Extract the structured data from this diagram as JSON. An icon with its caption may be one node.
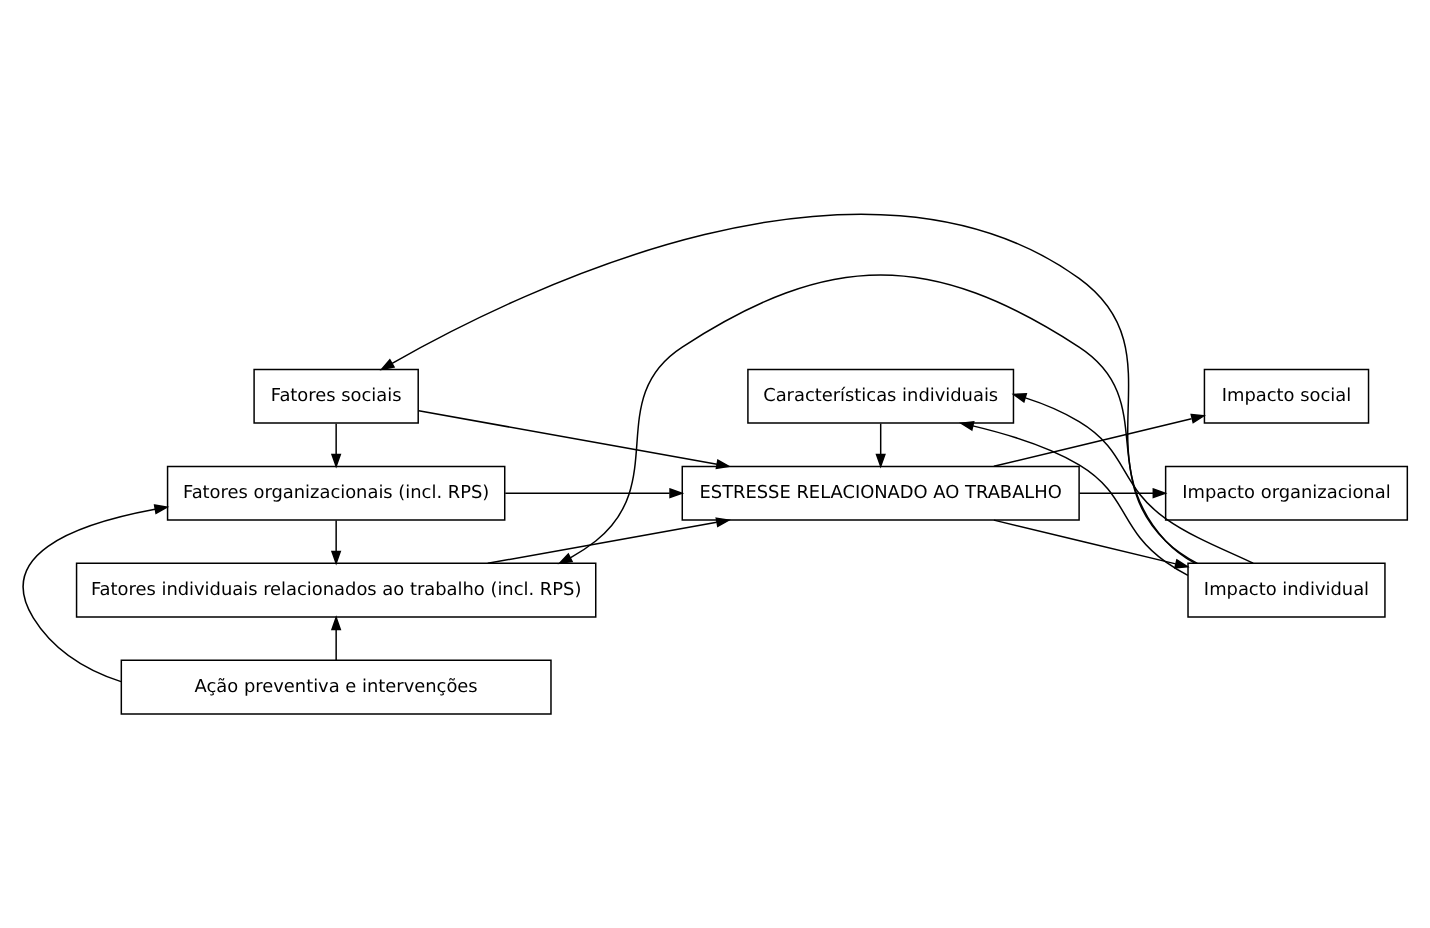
{
  "diagram": {
    "nodes": [
      {
        "text": [
          "Fatores sociais"
        ]
      },
      {
        "text": [
          "Fatores organizacionais (incl. RPS)"
        ]
      },
      {
        "text": [
          "Fatores individuais relacionados ao trabalho (incl. RPS)"
        ]
      },
      {
        "text": [
          "ESTRESSE RELACIONADO AO TRABALHO"
        ]
      },
      {
        "text": [
          "Impacto social"
        ]
      },
      {
        "text": [
          "Impacto organizacional"
        ]
      },
      {
        "text": [
          "Impacto individual"
        ]
      },
      {
        "text": [
          "Características individuais"
        ]
      },
      {
        "text": [
          "Ação preventiva e intervenções"
        ]
      }
    ],
    "edges": [
      {
        "from": 0,
        "to": 1,
        "arrow": "to"
      },
      {
        "from": 1,
        "to": 2,
        "arrow": "to"
      },
      {
        "from": 0,
        "to": 3,
        "arrow": "to"
      },
      {
        "from": 1,
        "to": 3,
        "arrow": "to"
      },
      {
        "from": 2,
        "to": 3,
        "arrow": "to"
      },
      {
        "from": 3,
        "to": 4,
        "arrow": "to"
      },
      {
        "from": 3,
        "to": 5,
        "arrow": "to"
      },
      {
        "from": 3,
        "to": 6,
        "arrow": "to"
      },
      {
        "from": 7,
        "to": 3,
        "arrow": "to"
      },
      {
        "from": 6,
        "to": 0,
        "arrow": "to"
      },
      {
        "from": 6,
        "to": 7,
        "arrow": "to"
      },
      {
        "from": 6,
        "to": 7,
        "arrow": "to"
      },
      {
        "from": 6,
        "to": 2,
        "arrow": "to"
      },
      {
        "from": 8,
        "to": 1,
        "arrow": "to"
      },
      {
        "from": 8,
        "to": 2,
        "arrow": "to"
      }
    ]
  }
}
